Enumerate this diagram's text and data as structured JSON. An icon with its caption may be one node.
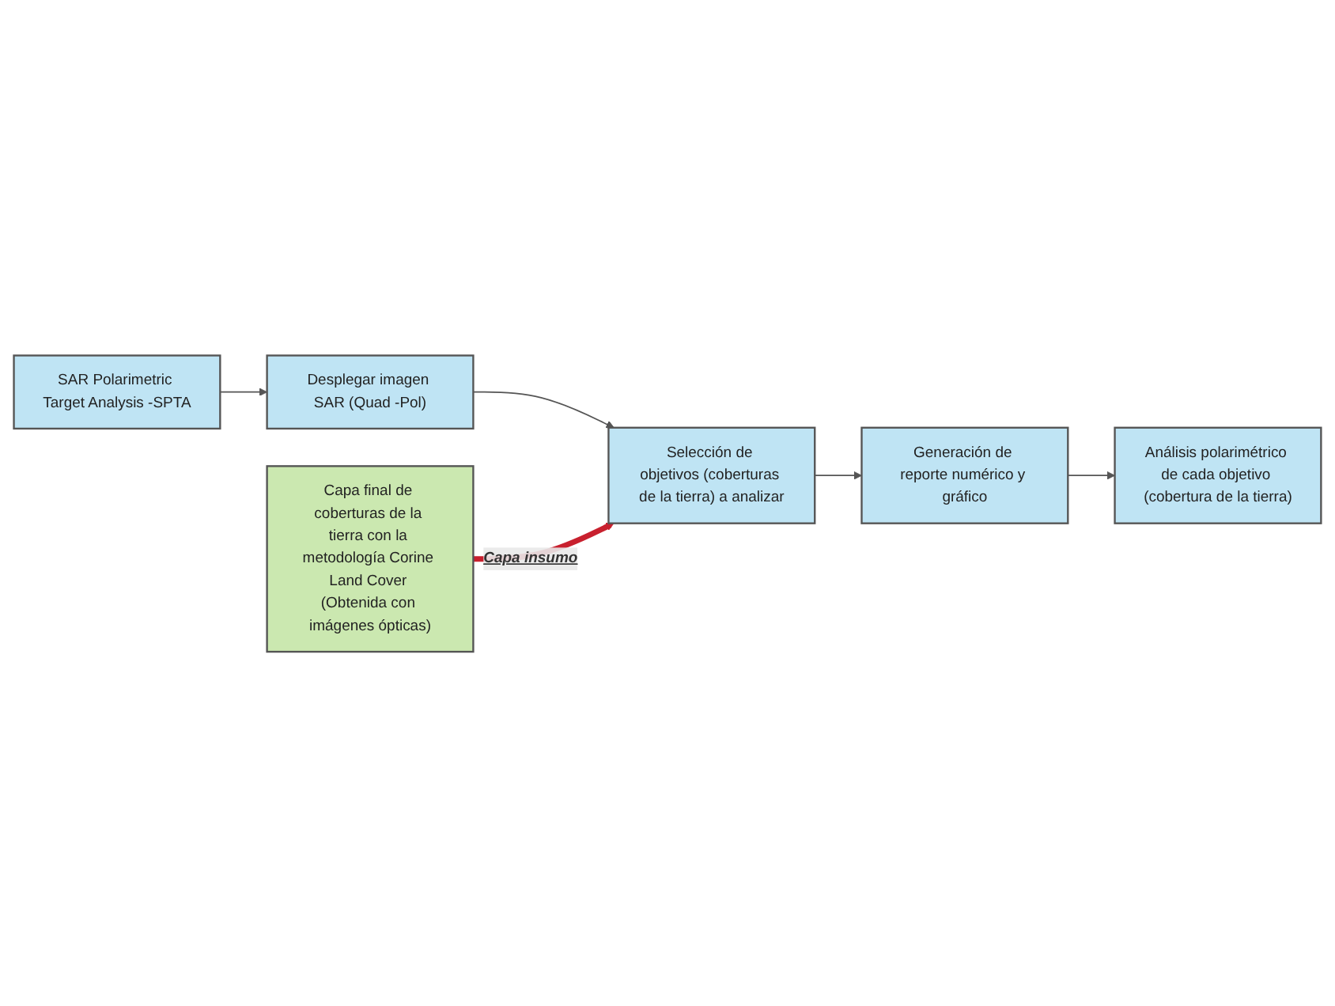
{
  "diagram": {
    "nodes": [
      {
        "text": [
          "SAR Polarimetric Target Analysis -SPTA"
        ]
      },
      {
        "text": [
          "Desplegar imagen SAR (Quad -Pol)"
        ]
      },
      {
        "text": [
          "Selección de objetivos (coberturas de la tierra) a analizar"
        ]
      },
      {
        "text": [
          "Generación de reporte numérico y gráfico"
        ]
      },
      {
        "text": [
          "Análisis polarimétrico de cada objetivo (cobertura de la tierra)"
        ]
      },
      {
        "text": [
          "Capa final de coberturas de la tierra con la metodología Corine Land Cover (Obtenida con imágenes ópticas)"
        ]
      }
    ],
    "edges": [
      {
        "from": 0,
        "to": 1,
        "arrow": "to"
      },
      {
        "from": 1,
        "to": 2,
        "arrow": "to"
      },
      {
        "from": 2,
        "to": 3,
        "arrow": "to"
      },
      {
        "from": 3,
        "to": 4,
        "arrow": "to"
      },
      {
        "from": 5,
        "to": 2,
        "arrow": "to",
        "label": "Capa insumo",
        "style": "thick",
        "color": "#c8202e"
      }
    ]
  }
}
